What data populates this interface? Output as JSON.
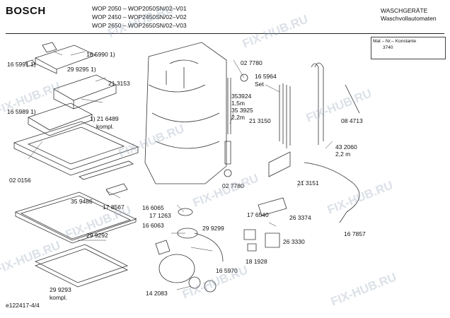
{
  "header": {
    "brand": "BOSCH",
    "models": [
      "WOP 2050 – WOP2050SN/02–V01",
      "WOP 2450 – WOP2450SN/02–V02",
      "WOP 2650 – WOP2650SN/02–V03"
    ],
    "category": "WASCHGERÄTE",
    "subcategory": "Waschvollautomaten"
  },
  "mat_box": {
    "label": "Mat – Nr.– Konstante",
    "value": "3740"
  },
  "watermark": "FIX-HUB.RU",
  "parts": {
    "p165990": "16 5990 1)",
    "p165991": "16 5991 1)",
    "p292951": "29 9295 1)",
    "p213153": "21 3153",
    "p165989": "16 5989 1)",
    "p216489": "1) 21 6489",
    "p_kompl1": "kompl.",
    "p020156": "02 0156",
    "p359486": "35 9486",
    "p178567": "17 8567",
    "p299292": "29 9292",
    "p299293": "29 9293",
    "p_kompl2": "kompl.",
    "p027780a": "02 7780",
    "p353924": "353924",
    "p15m": "1,5m",
    "p353925": "35 3925",
    "p22m_a": "2,2m",
    "p027780b": "02 7780",
    "p165964": "16 5964",
    "p_set": "Set",
    "p213150": "21 3150",
    "p084713": "08 4713",
    "p432060": "43 2060",
    "p22m_b": "2,2 m",
    "p213151": "21 3151",
    "p160065": "16 6065",
    "p171263": "17 1263",
    "p160063": "16 6063",
    "p299299": "29 9299",
    "p176540": "17 6540",
    "p263374": "26 3374",
    "p263330": "26 3330",
    "p181928": "18 1928",
    "p165970": "16 5970",
    "p142083": "14 2083",
    "p167857": "16 7857"
  },
  "footer": {
    "code": "e122417-4/4"
  }
}
